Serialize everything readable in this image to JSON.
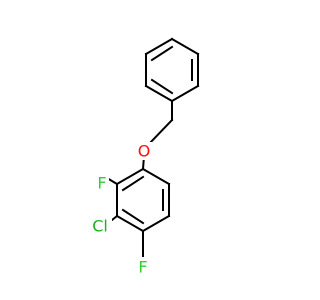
{
  "molecule": {
    "colors": {
      "bond": "#000000",
      "oxygen": "#ff0d0d",
      "fluorine": "#33cc33",
      "chlorine": "#1fb11f",
      "background": "#ffffff"
    },
    "atoms": {
      "oxygen": {
        "label": "O"
      },
      "fluorine_upper": {
        "label": "F"
      },
      "chlorine": {
        "label": "Cl"
      },
      "fluorine_lower": {
        "label": "F"
      }
    }
  }
}
